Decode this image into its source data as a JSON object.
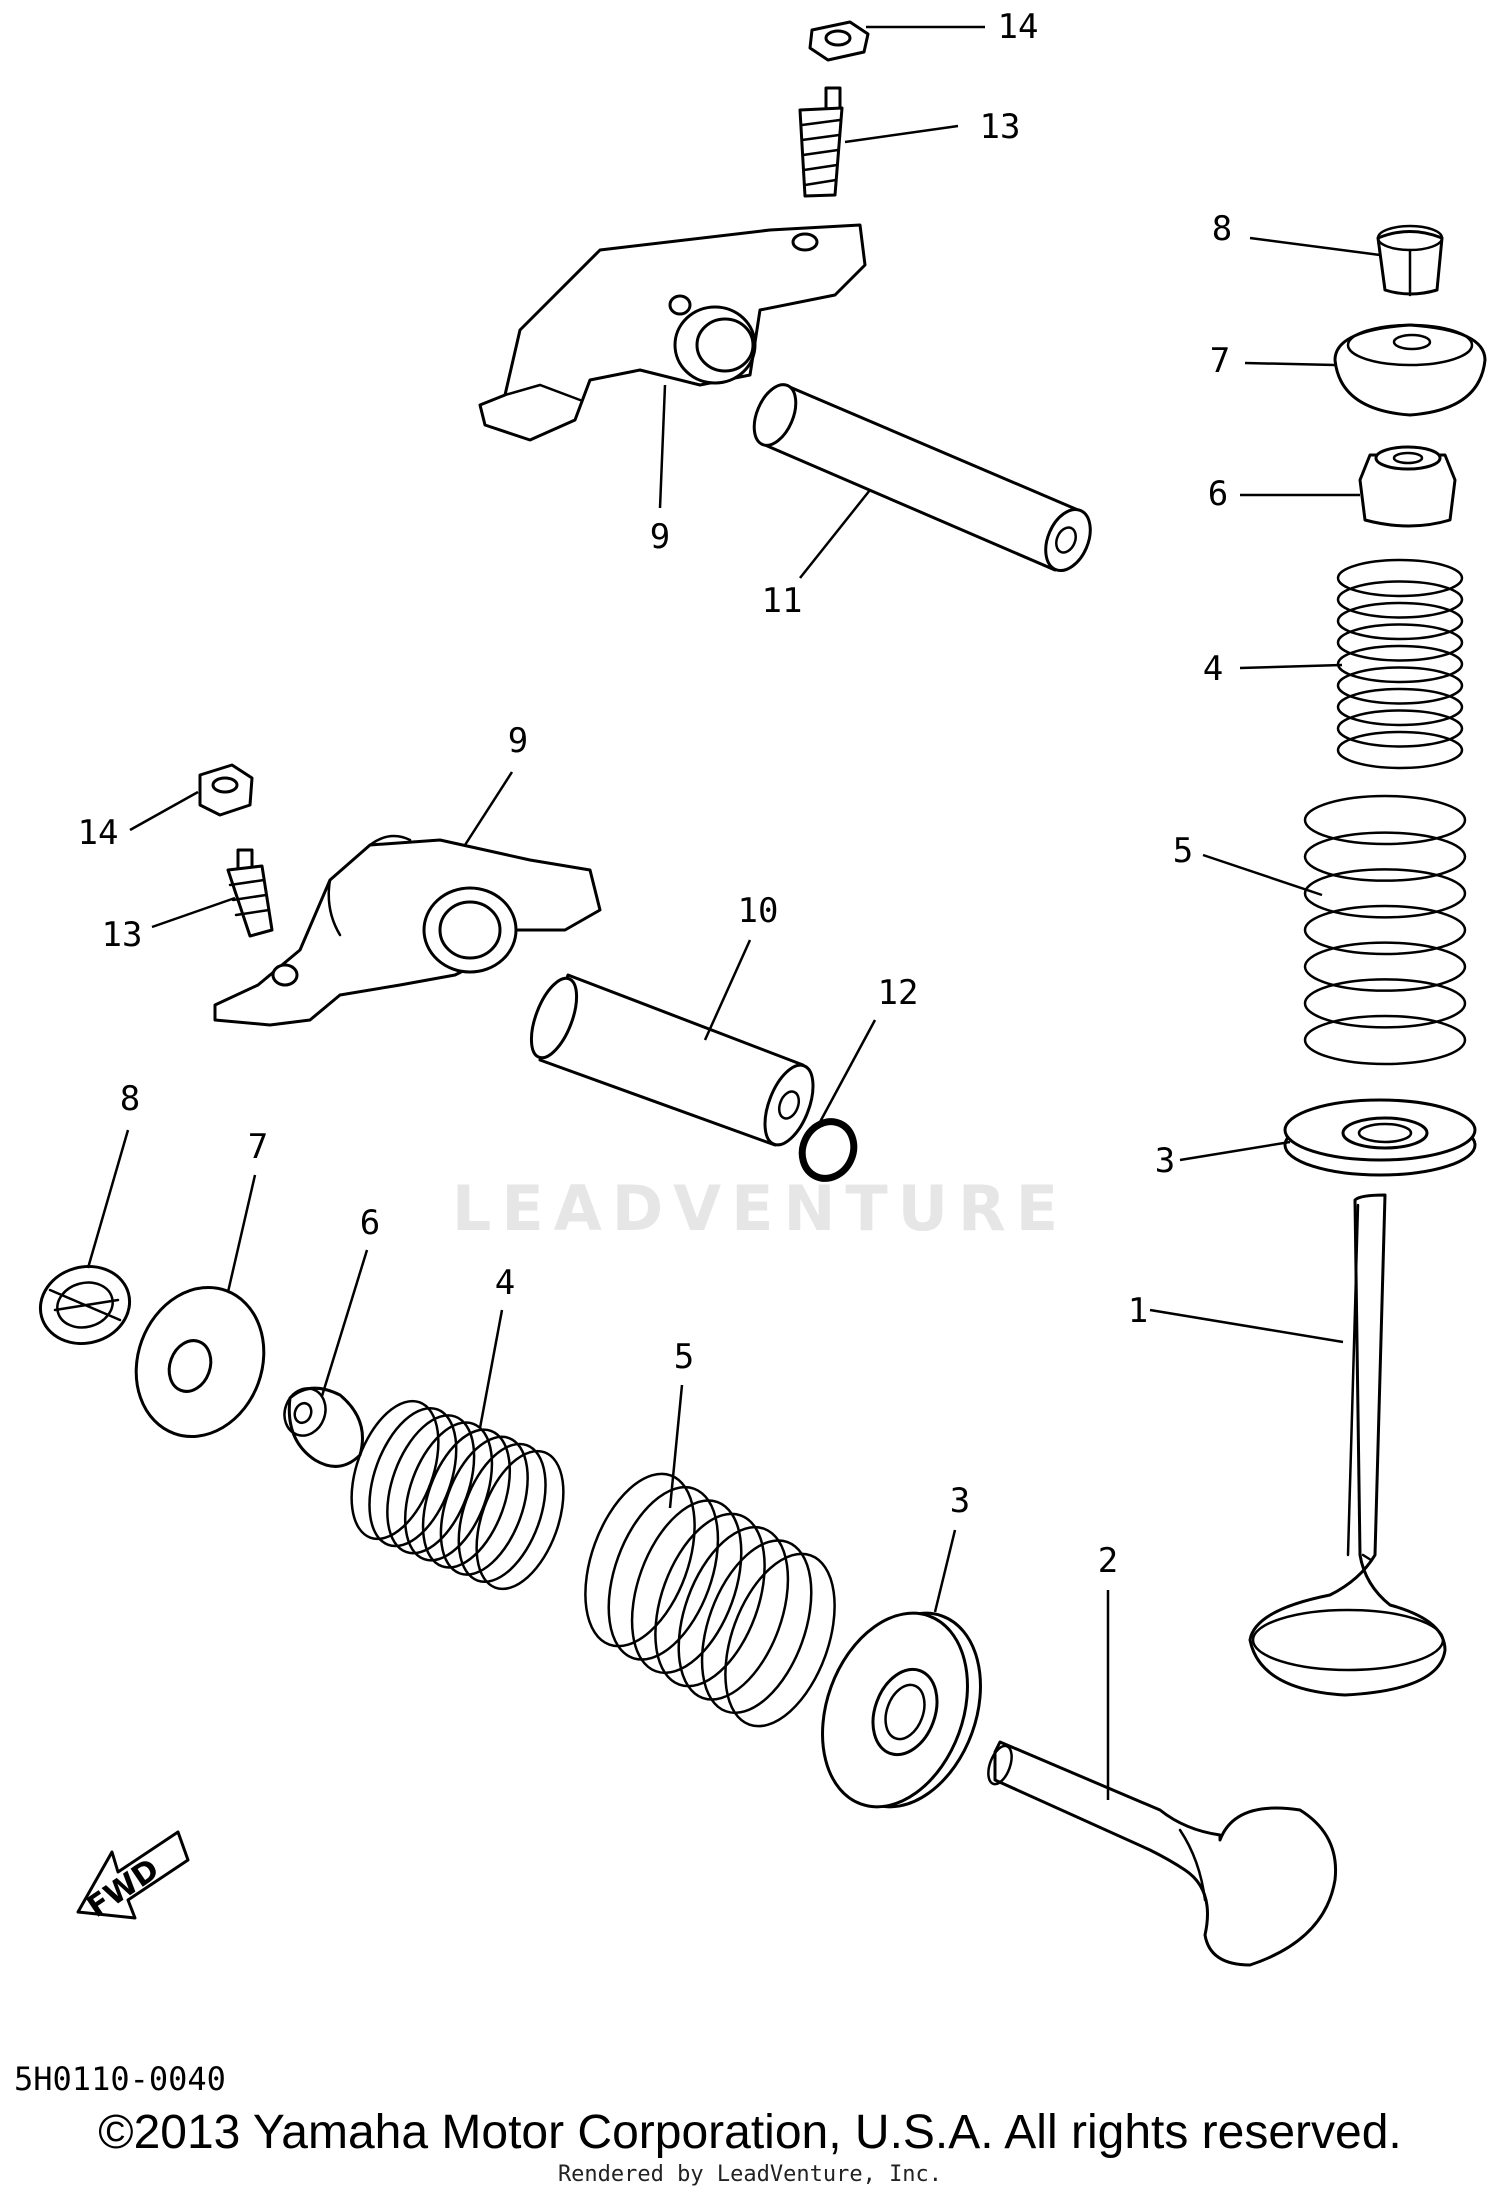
{
  "watermark": "LEADVENTURE",
  "fwd_label": "FWD",
  "diagram_code": "5H0110-0040",
  "copyright": "©2013 Yamaha Motor Corporation, U.S.A. All rights reserved.",
  "rendered_by": "Rendered by LeadVenture, Inc.",
  "callouts": [
    "14",
    "13",
    "8",
    "7",
    "9",
    "6",
    "11",
    "4",
    "9",
    "14",
    "5",
    "13",
    "10",
    "12",
    "8",
    "3",
    "7",
    "6",
    "1",
    "4",
    "5",
    "3",
    "2"
  ]
}
